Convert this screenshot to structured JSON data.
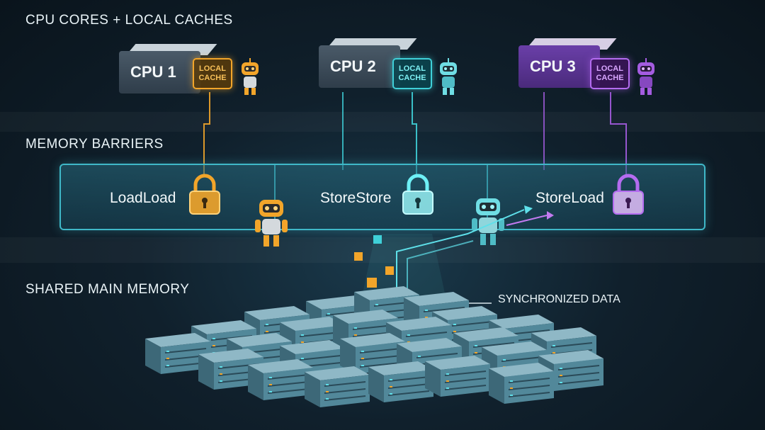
{
  "sections": {
    "cpu_label": "CPU CORES + LOCAL CACHES",
    "barrier_label": "MEMORY BARRIERS",
    "memory_label": "SHARED MAIN MEMORY"
  },
  "cpus": [
    {
      "label": "CPU 1",
      "cache_line1": "LOCAL",
      "cache_line2": "CACHE",
      "color": "#f2a52a"
    },
    {
      "label": "CPU 2",
      "cache_line1": "LOCAL",
      "cache_line2": "CACHE",
      "color": "#3fd0d8"
    },
    {
      "label": "CPU 3",
      "cache_line1": "LOCAL",
      "cache_line2": "CACHE",
      "color": "#a45ce0"
    }
  ],
  "barriers": [
    {
      "name": "LoadLoad",
      "color": "#f2a52a"
    },
    {
      "name": "StoreStore",
      "color": "#3fd0d8"
    },
    {
      "name": "StoreLoad",
      "color": "#a45ce0"
    }
  ],
  "memory": {
    "callout": "SYNCHRONIZED DATA"
  }
}
